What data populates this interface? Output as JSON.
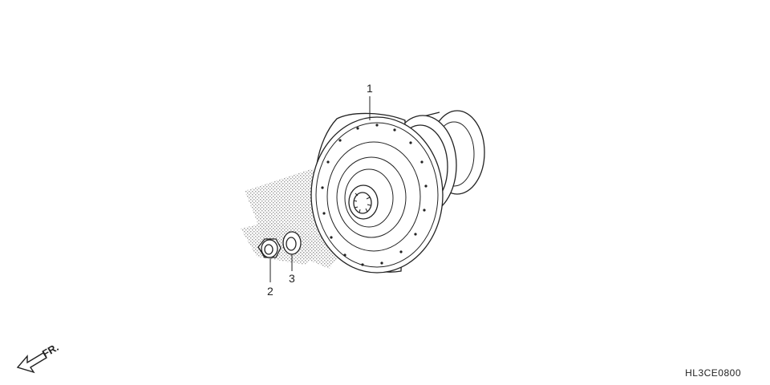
{
  "callouts": [
    {
      "id": "1",
      "text": "1"
    },
    {
      "id": "2",
      "text": "2"
    },
    {
      "id": "3",
      "text": "3"
    }
  ],
  "direction": {
    "text": "FR."
  },
  "diagram_code": "HL3CE0800",
  "colors": {
    "line": "#222222",
    "shadow": "#bdbdbd",
    "background": "#ffffff"
  }
}
